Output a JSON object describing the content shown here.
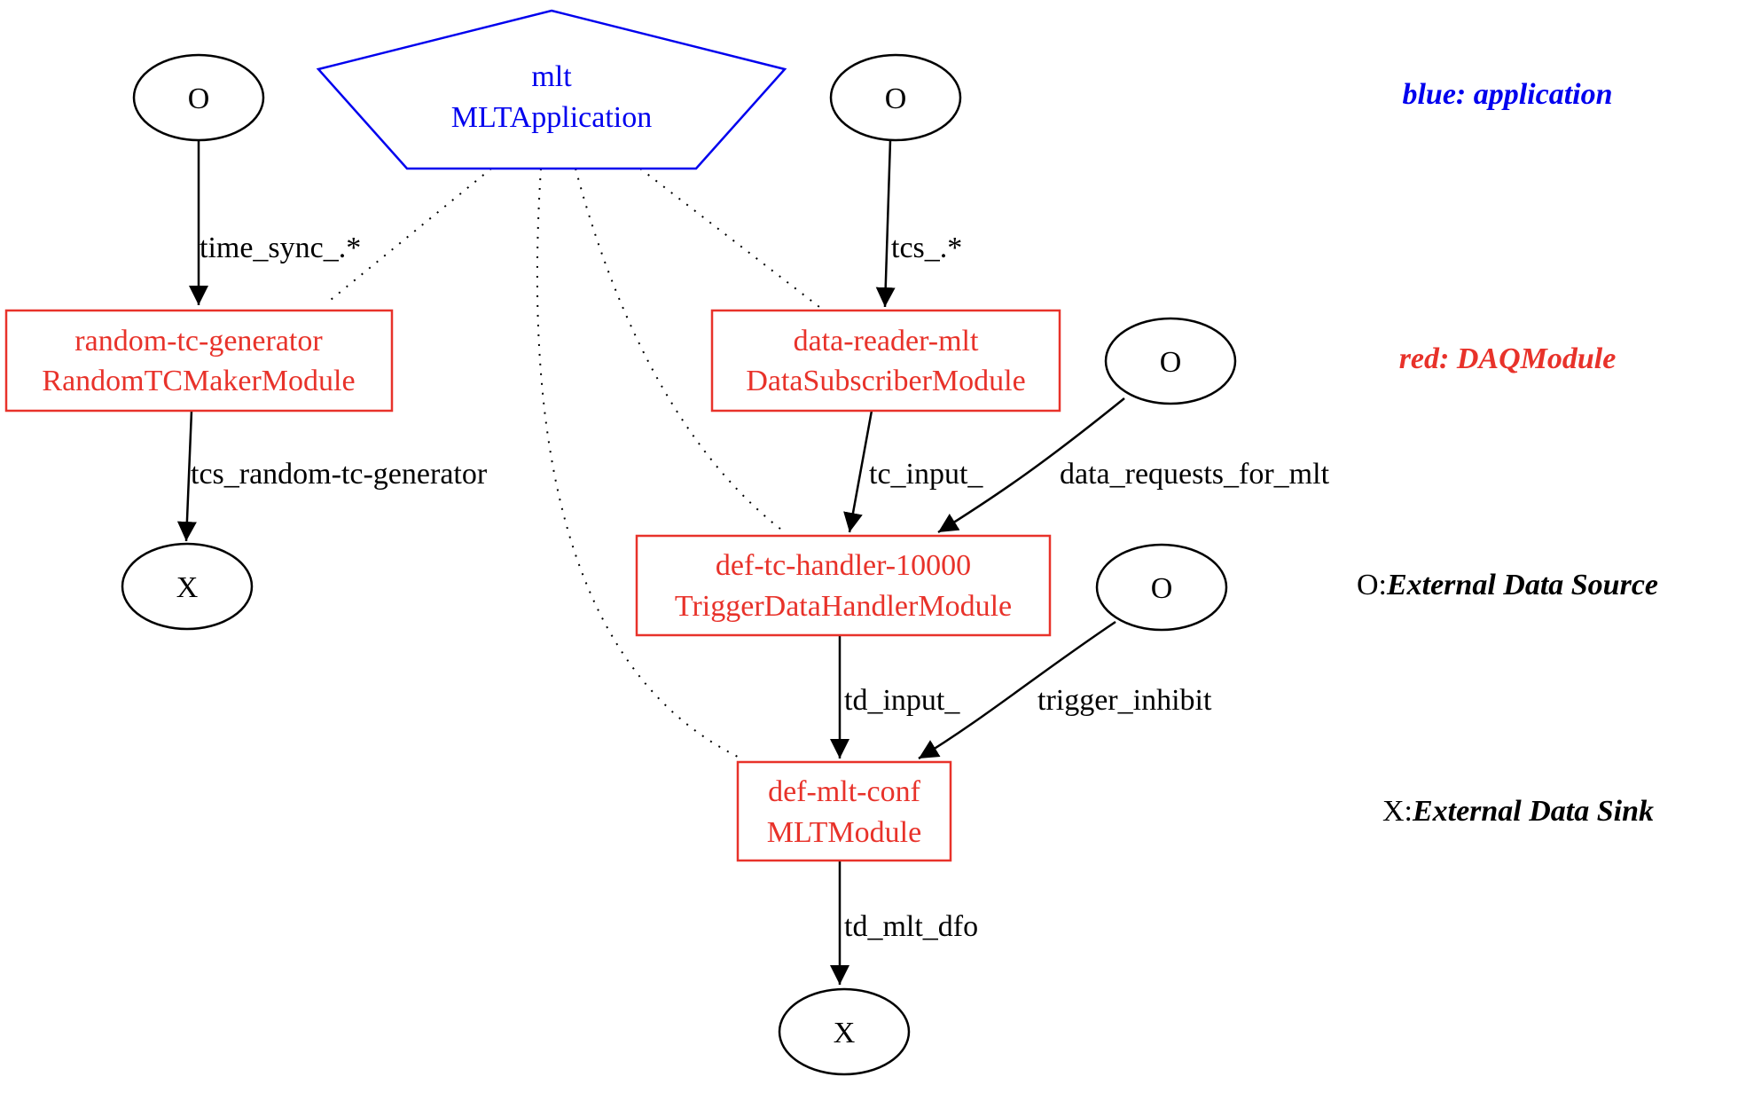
{
  "colors": {
    "application": "#0000ee",
    "module": "#e8322a",
    "edge": "#000000",
    "text": "#000000"
  },
  "nodes": {
    "app": {
      "name": "mlt",
      "class": "MLTApplication"
    },
    "src1": {
      "label": "O"
    },
    "src2": {
      "label": "O"
    },
    "src3": {
      "label": "O"
    },
    "src4": {
      "label": "O"
    },
    "sink1": {
      "label": "X"
    },
    "sink2": {
      "label": "X"
    },
    "random_gen": {
      "name": "random-tc-generator",
      "class": "RandomTCMakerModule"
    },
    "data_reader": {
      "name": "data-reader-mlt",
      "class": "DataSubscriberModule"
    },
    "tc_handler": {
      "name": "def-tc-handler-10000",
      "class": "TriggerDataHandlerModule"
    },
    "mlt_conf": {
      "name": "def-mlt-conf",
      "class": "MLTModule"
    }
  },
  "edges": {
    "time_sync": "time_sync_.*",
    "tcs": "tcs_.*",
    "tcs_random": "tcs_random-tc-generator",
    "tc_input": "tc_input_",
    "data_requests": "data_requests_for_mlt",
    "td_input": "td_input_",
    "trigger_inhibit": "trigger_inhibit",
    "td_mlt_dfo": "td_mlt_dfo"
  },
  "legend": {
    "application": "blue: application",
    "module": "red: DAQModule",
    "source_prefix": "O:",
    "source_text": "External Data Source",
    "sink_prefix": "X:",
    "sink_text": "External Data Sink"
  }
}
